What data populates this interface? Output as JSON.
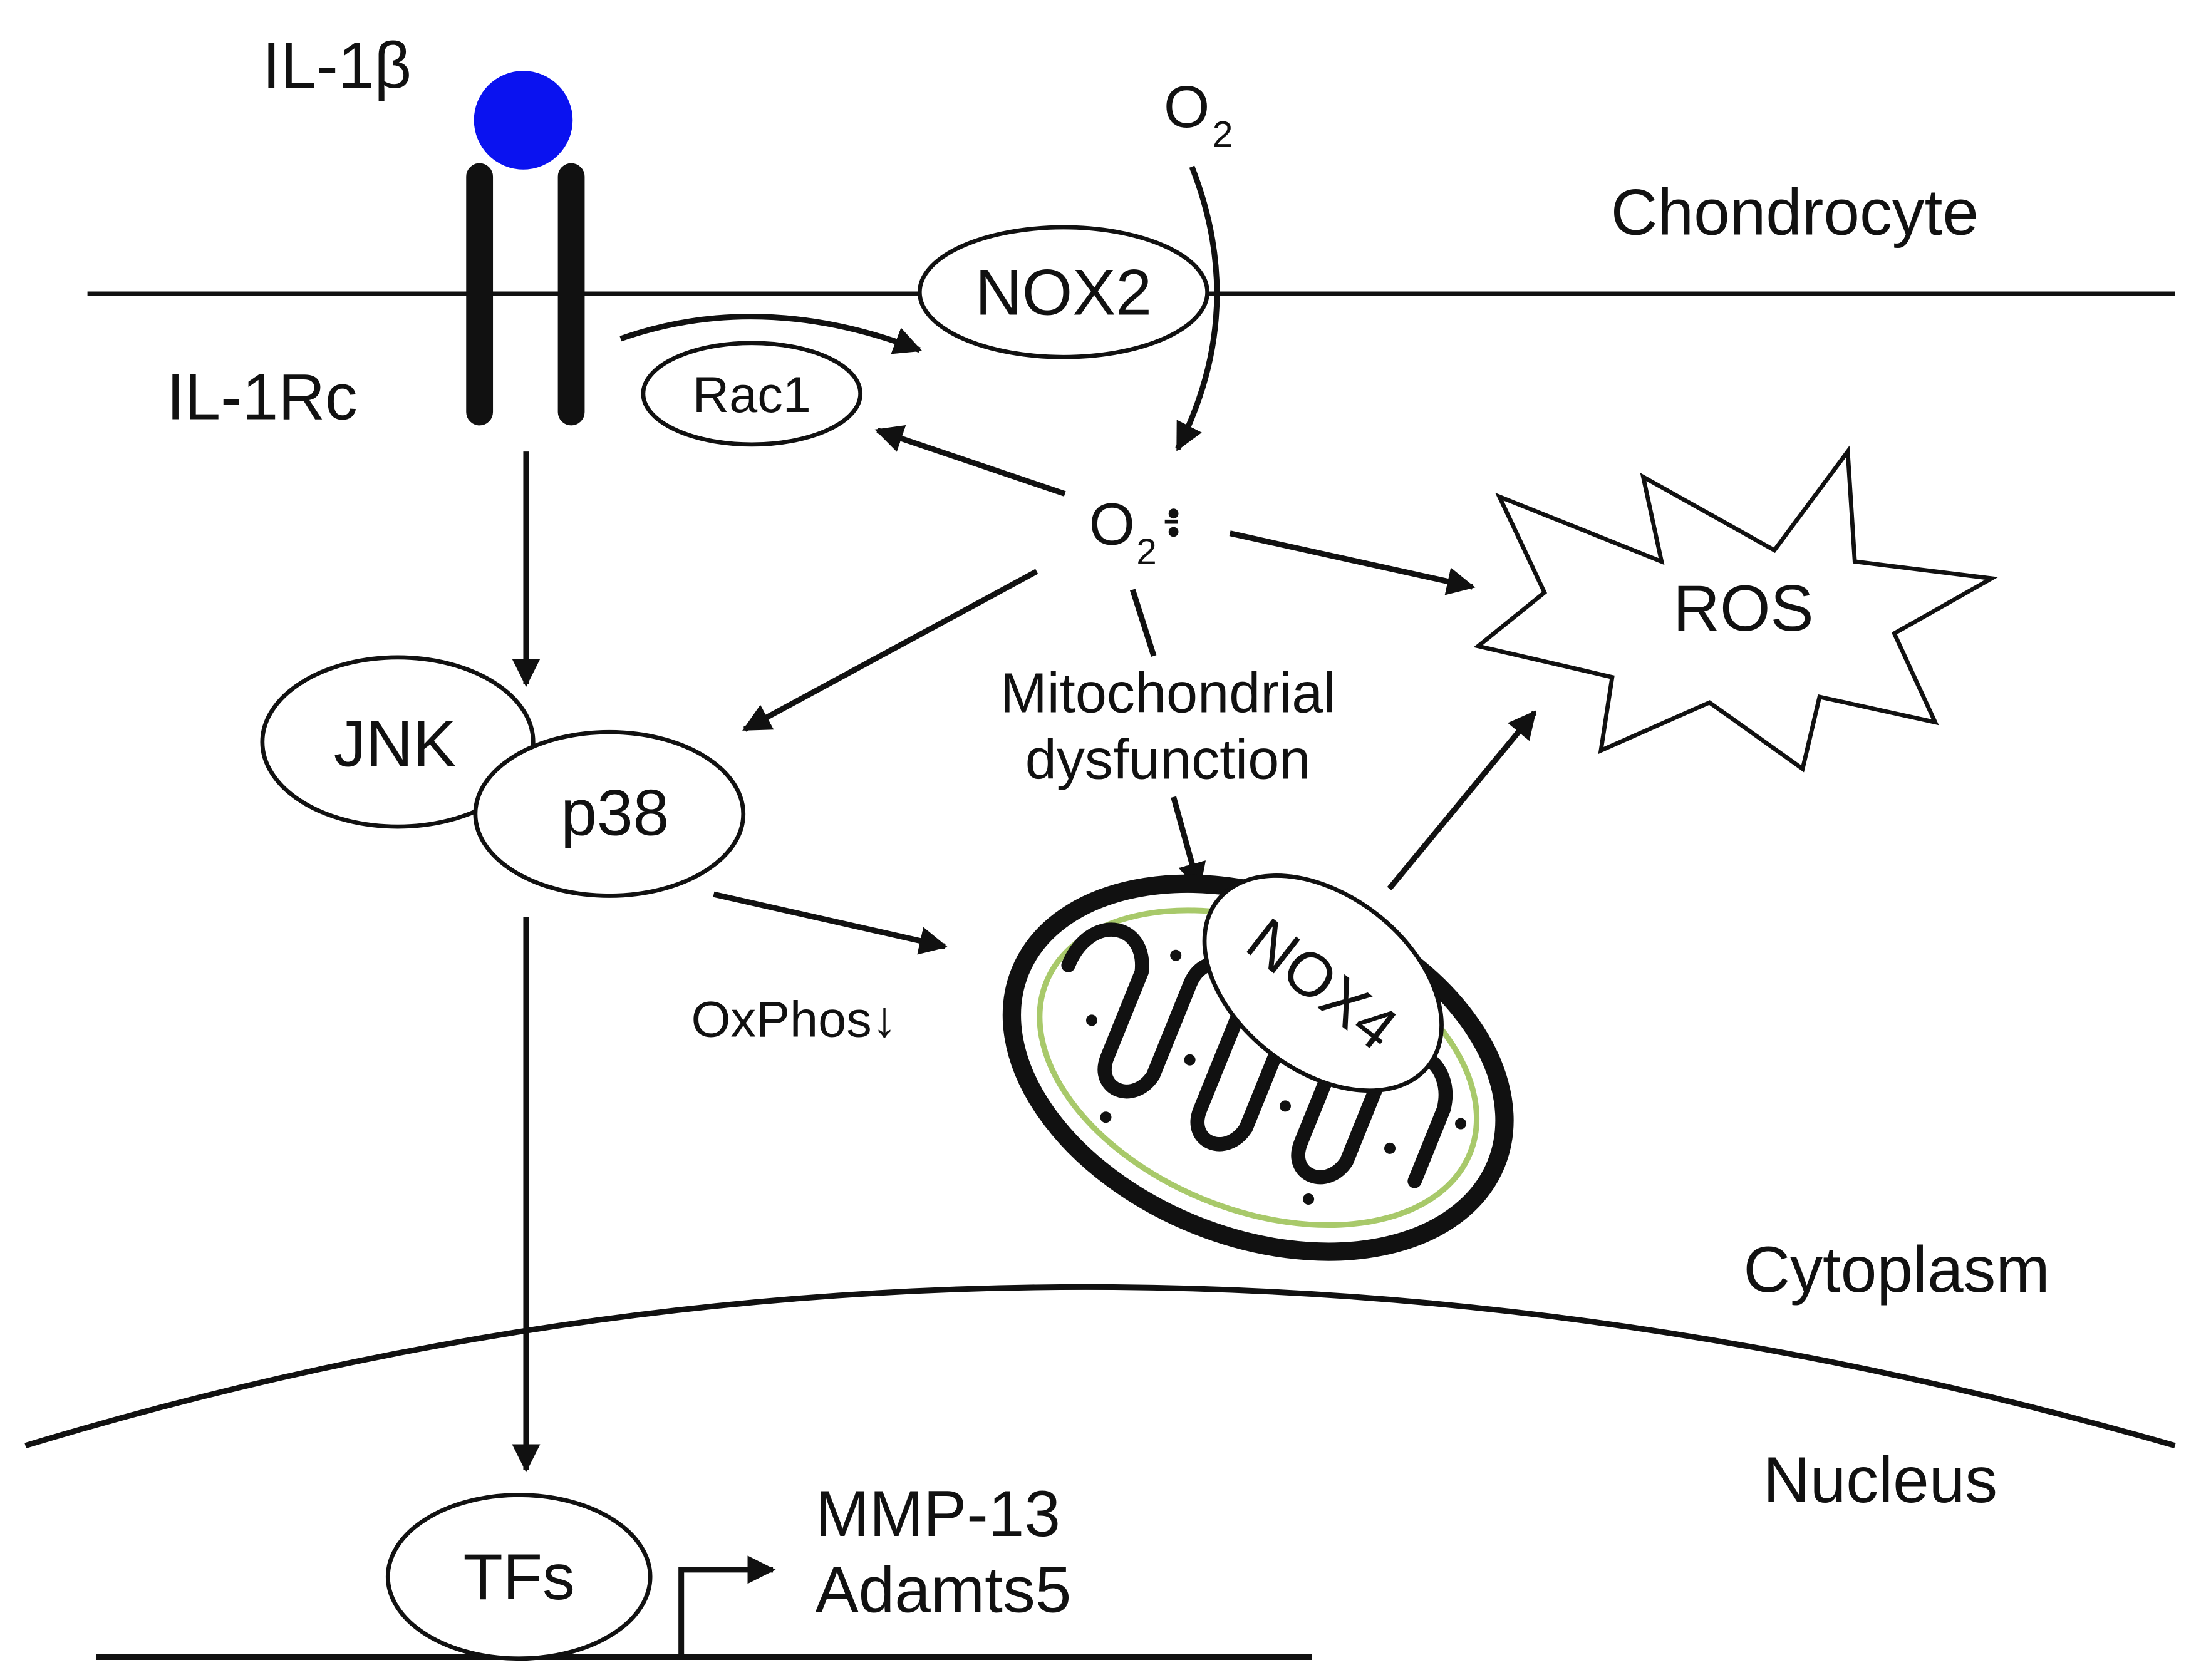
{
  "labels": {
    "il1b": "IL-1β",
    "il1rc": "IL-1Rc",
    "o2": "O",
    "o2_sub": "2",
    "superoxide": "O",
    "superoxide_sub": "2",
    "superoxide_charge": "-",
    "chondrocyte": "Chondrocyte",
    "nox2": "NOX2",
    "rac1": "Rac1",
    "ros": "ROS",
    "jnk": "JNK",
    "p38": "p38",
    "mito_line1": "Mitochondrial",
    "mito_line2": "dysfunction",
    "nox4": "NOX4",
    "oxphos": "OxPhos↓",
    "cytoplasm": "Cytoplasm",
    "nucleus": "Nucleus",
    "tfs": "TFs",
    "mmp13": "MMP-13",
    "adamts5": "Adamts5"
  },
  "colors": {
    "ligand": "#0a12f0",
    "ink": "#111111",
    "cristae": "#a8c96a",
    "background": "#ffffff"
  }
}
